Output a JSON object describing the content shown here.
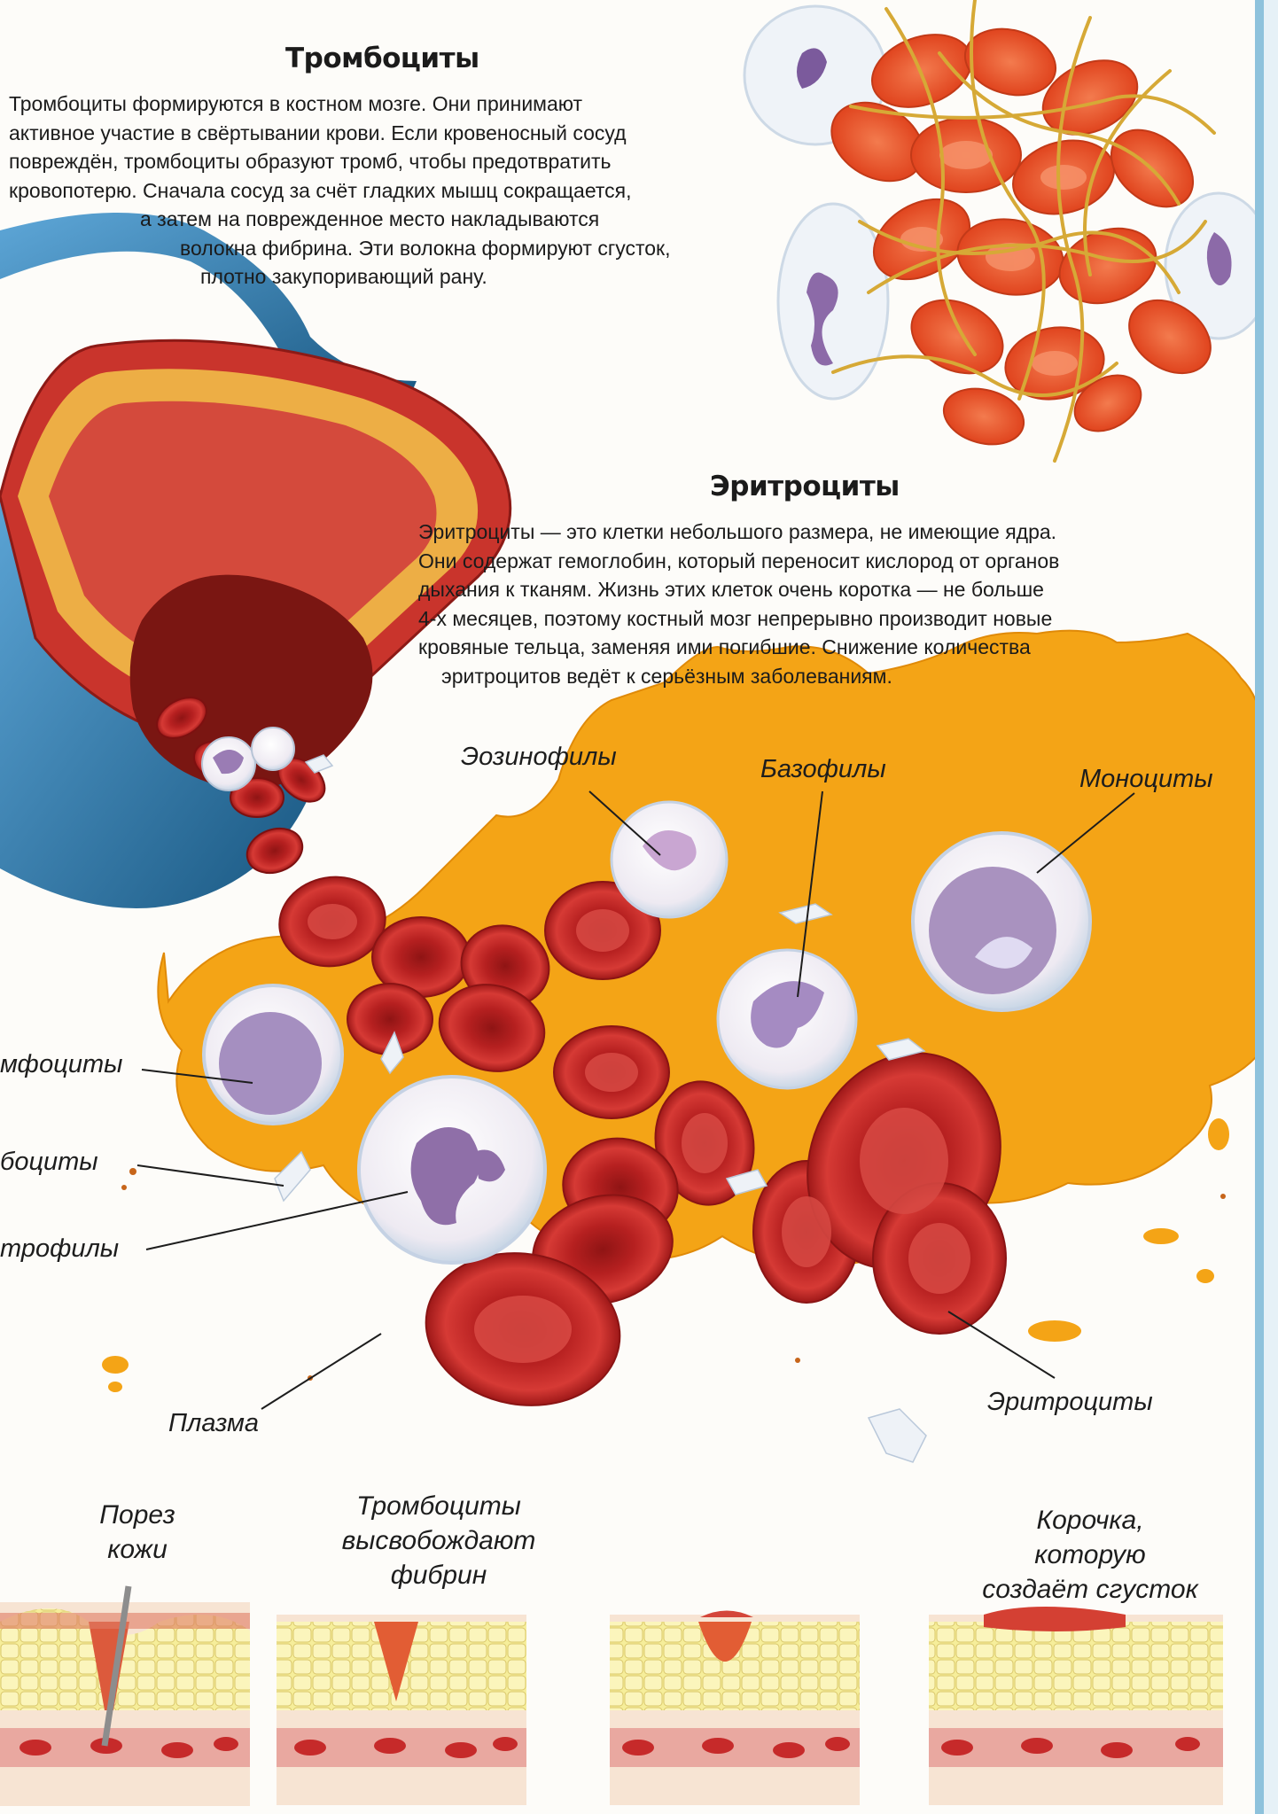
{
  "platelets": {
    "title": "Тромбоциты",
    "lines": [
      "Тромбоциты формируются в костном мозге. Они принимают",
      "активное участие в свёртывании крови. Если кровеносный сосуд",
      "повреждён, тромбоциты образуют тромб, чтобы предотвратить",
      "кровопотерю. Сначала сосуд за счёт гладких мышц сокращается,",
      "а затем на поврежденное место накладываются",
      "волокна фибрина. Эти волокна формируют сгусток,",
      "плотно закупоривающий рану."
    ]
  },
  "erythrocytes": {
    "title": "Эритроциты",
    "lines": [
      "Эритроциты — это клетки небольшого размера, не имеющие ядра.",
      "Они содержат гемоглобин, который переносит кислород от органов",
      "дыхания к тканям. Жизнь этих клеток очень коротка — не больше",
      "4-х месяцев, поэтому костный мозг непрерывно производит новые",
      "кровяные тельца, заменяя ими погибшие. Снижение количества",
      "эритроцитов ведёт к серьёзным заболеваниям."
    ]
  },
  "labels": {
    "eosinophils": "Эозинофилы",
    "basophils": "Базофилы",
    "monocytes": "Моноциты",
    "lymphocytes": "мфоциты",
    "platelets": "боциты",
    "neutrophils": "трофилы",
    "plasma": "Плазма",
    "erythrocytes": "Эритроциты"
  },
  "captions": {
    "cut": [
      "Порез",
      "кожи"
    ],
    "fibrin": [
      "Тромбоциты",
      "высвобождают",
      "фибрин"
    ],
    "scab": [
      "Корочка,",
      "которую",
      "создаёт сгусток"
    ]
  },
  "colors": {
    "red_cell": "#c62a2a",
    "plasma": "#f4a416",
    "vessel_blue": "#2c7fb7",
    "white_cell_nucleus": "#8a6fa5",
    "fibrin": "#d9a535",
    "clot_cell": "#ea5a2c",
    "page_edge": "#8ec2dc"
  }
}
